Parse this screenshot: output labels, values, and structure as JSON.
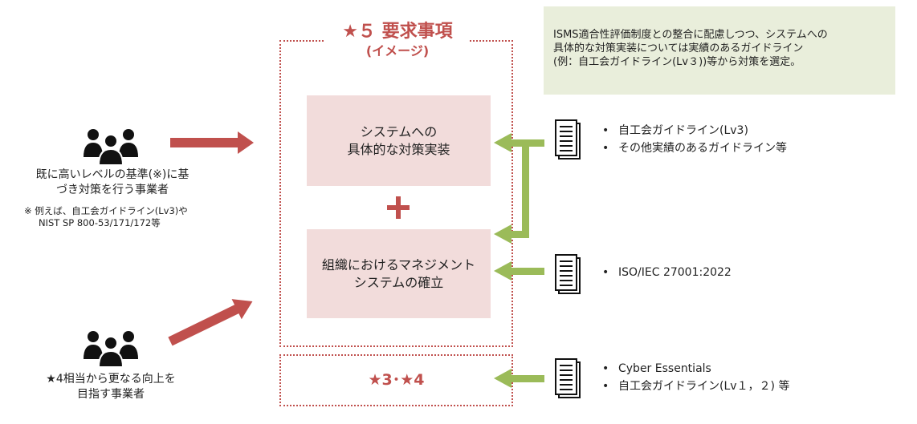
{
  "note": {
    "lines": [
      "ISMS適合性評価制度との整合に配慮しつつ、システムへの",
      "具体的な対策実装については実績のあるガイドライン",
      "(例：自工会ガイドライン(Lv３))等から対策を選定。"
    ]
  },
  "title": {
    "line1": "★５ 要求事項",
    "line2": "(イメージ)"
  },
  "box1": {
    "line1": "システムへの",
    "line2": "具体的な対策実装"
  },
  "box2": {
    "line1": "組織におけるマネジメント",
    "line2": "システムの確立"
  },
  "star34": "★3･★4",
  "actor1": {
    "line1": "既に高いレベルの基準(※)に基",
    "line2": "づき対策を行う事業者",
    "note_line1": "※ 例えば、自工会ガイドライン(Lv3)や",
    "note_line2": "NIST SP 800-53/171/172等"
  },
  "actor2": {
    "line1": "★4相当から更なる向上を",
    "line2": "目指す事業者"
  },
  "refs1": [
    "自工会ガイドライン(Lv3)",
    "その他実績のあるガイドライン等"
  ],
  "refs2": [
    "ISO/IEC 27001:2022"
  ],
  "refs3": [
    "Cyber Essentials",
    "自工会ガイドライン(Lv１，２) 等"
  ],
  "bullet": "•",
  "colors": {
    "accent_red": "#c0504d",
    "pink_box": "#f2dcdb",
    "arrow_green": "#9bbb59",
    "note_bg": "#e9eedb"
  },
  "icons": [
    "people-group-icon",
    "document-icon",
    "arrow-right-icon",
    "arrow-left-icon",
    "plus-icon"
  ]
}
